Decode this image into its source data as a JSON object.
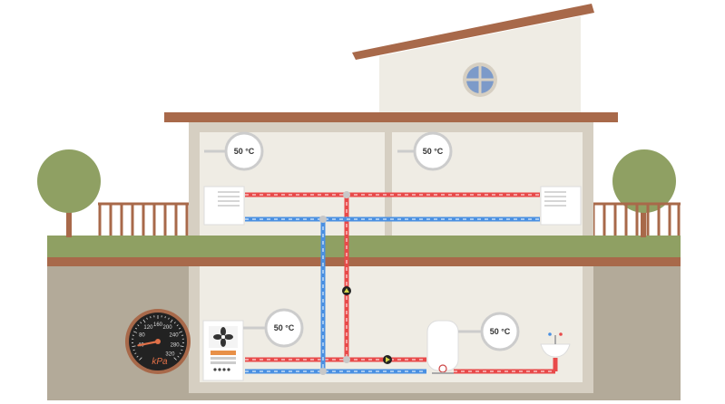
{
  "thermostats": {
    "upper_left": "50 °C",
    "upper_right": "50 °C",
    "boiler": "50 °C",
    "water_heater": "50 °C"
  },
  "gauge": {
    "unit": "kPa",
    "ticks": [
      "40",
      "80",
      "120",
      "160",
      "200",
      "240",
      "280",
      "320"
    ],
    "needle_value": 40
  },
  "colors": {
    "hot_pipe": "#e84a4a",
    "cold_pipe": "#4a90e2",
    "roof": "#a8694a",
    "grass": "#8fa063",
    "wall": "#efece4",
    "ground": "#b3aa99"
  }
}
